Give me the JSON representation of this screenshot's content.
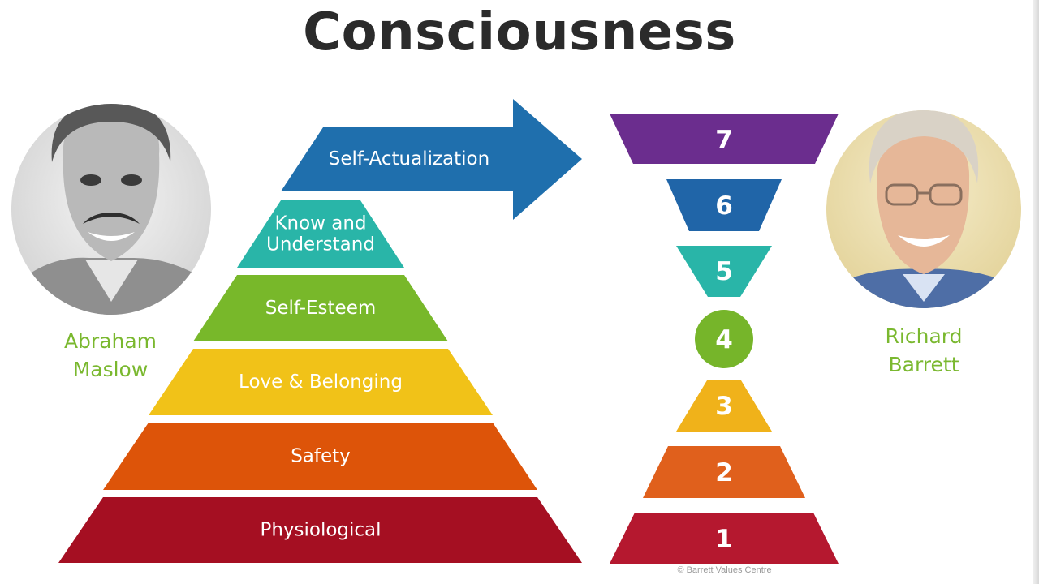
{
  "title": "Consciousness",
  "maslow": {
    "name_line1": "Abraham",
    "name_line2": "Maslow",
    "levels": [
      {
        "label": "Physiological",
        "color": "#a50f22"
      },
      {
        "label": "Safety",
        "color": "#dd5409"
      },
      {
        "label": "Love & Belonging",
        "color": "#f1c218"
      },
      {
        "label": "Self-Esteem",
        "color": "#78b82a"
      },
      {
        "label_line1": "Know and",
        "label_line2": "Understand",
        "color": "#29b5a8"
      }
    ],
    "arrow": {
      "label": "Self-Actualization",
      "color": "#1f6fad"
    }
  },
  "barrett": {
    "name_line1": "Richard",
    "name_line2": "Barrett",
    "levels": [
      {
        "number": "7",
        "color": "#6b2d8e"
      },
      {
        "number": "6",
        "color": "#2065a8"
      },
      {
        "number": "5",
        "color": "#29b5a8"
      },
      {
        "number": "4",
        "color": "#76b52a"
      },
      {
        "number": "3",
        "color": "#f0b21a"
      },
      {
        "number": "2",
        "color": "#e0601c"
      },
      {
        "number": "1",
        "color": "#b5182f"
      }
    ]
  },
  "copyright": "© Barrett Values Centre"
}
